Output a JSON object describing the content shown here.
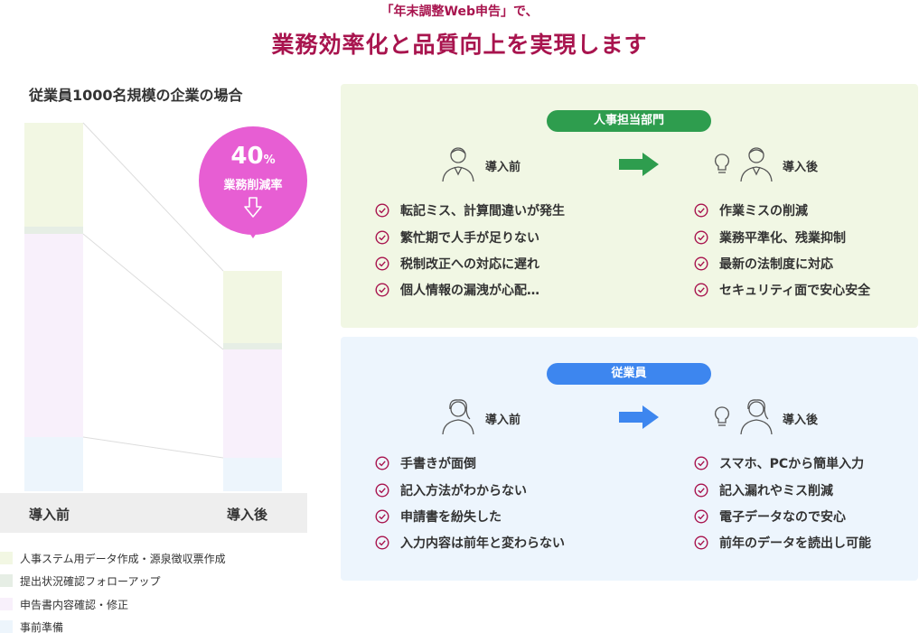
{
  "header": {
    "subtitle": "「年末調整Web申告」で、",
    "title": "業務効率化と品質向上を実現します"
  },
  "chart_data": {
    "type": "bar",
    "title": "従業員1000名規模の企業の場合",
    "categories": [
      "導入前",
      "導入後"
    ],
    "series": [
      {
        "name": "人事ステム用データ作成・源泉徴収票作成",
        "color": "#f2f7e3",
        "values": [
          115,
          80
        ]
      },
      {
        "name": "提出状況確認フォローアップ",
        "color": "#e6eee5",
        "values": [
          8,
          7
        ]
      },
      {
        "name": "申告書内容確認・修正",
        "color": "#f8f0fb",
        "values": [
          225,
          120
        ]
      },
      {
        "name": "事前準備",
        "color": "#edf5fc",
        "values": [
          60,
          37
        ]
      }
    ],
    "ylim": [
      0,
      413
    ]
  },
  "bubble": {
    "value": "40",
    "unit": "%",
    "label": "業務削減率"
  },
  "colors": {
    "accent_title": "#a8144e",
    "bubble": "#e75ed3",
    "hr_panel_bg": "#f1f7e4",
    "hr_pill": "#2e9d4e",
    "emp_panel_bg": "#edf5fd",
    "emp_pill": "#3d86ef",
    "check_icon": "#a8144e"
  },
  "hr": {
    "title": "人事担当部門",
    "before_label": "導入前",
    "after_label": "導入後",
    "before_items": [
      "転記ミス、計算間違いが発生",
      "繁忙期で人手が足りない",
      "税制改正への対応に遅れ",
      "個人情報の漏洩が心配…"
    ],
    "after_items": [
      "作業ミスの削減",
      "業務平準化、残業抑制",
      "最新の法制度に対応",
      "セキュリティ面で安心安全"
    ]
  },
  "employee": {
    "title": "従業員",
    "before_label": "導入前",
    "after_label": "導入後",
    "before_items": [
      "手書きが面倒",
      "記入方法がわからない",
      "申請書を紛失した",
      "入力内容は前年と変わらない"
    ],
    "after_items": [
      "スマホ、PCから簡単入力",
      "記入漏れやミス削減",
      "電子データなので安心",
      "前年のデータを読出し可能"
    ]
  },
  "icons": {
    "person": "person-icon",
    "bulb": "lightbulb-icon",
    "arrow": "arrow-right-icon",
    "check": "check-circle-icon",
    "down": "arrow-down-icon"
  }
}
